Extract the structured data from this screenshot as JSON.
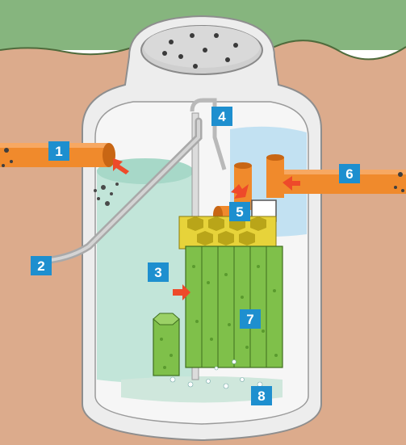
{
  "colors": {
    "sky": "#7fb07a",
    "soil": "#d9a98b",
    "concrete": "#ececec",
    "concrete_shade": "#c9c9c9",
    "liquid_left": "#bfe3d8",
    "liquid_right": "#bfe0f2",
    "pipe": "#f08a2c",
    "pipe_dark": "#c86614",
    "media_green": "#7fc04a",
    "media_yellow": "#e7d33a",
    "badge": "#1e8fcf",
    "arrow": "#ee4a2a"
  },
  "callouts": [
    {
      "label": "1"
    },
    {
      "label": "2"
    },
    {
      "label": "3"
    },
    {
      "label": "4"
    },
    {
      "label": "5"
    },
    {
      "label": "6"
    },
    {
      "label": "7"
    },
    {
      "label": "8"
    }
  ]
}
